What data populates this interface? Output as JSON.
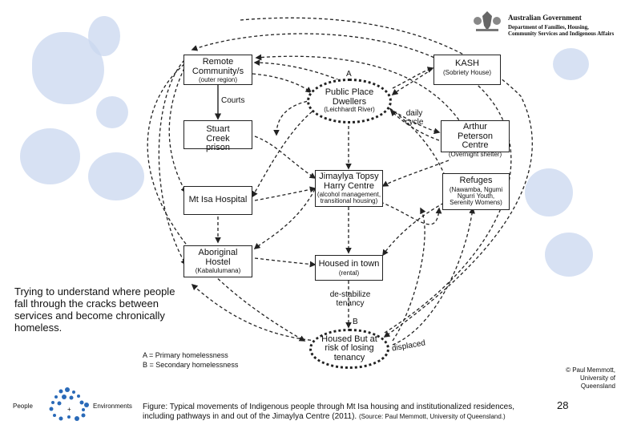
{
  "header": {
    "gov_line1": "Australian Government",
    "gov_line2": "Department of Families, Housing,",
    "gov_line3": "Community Services and Indigenous Affairs"
  },
  "nodes": {
    "remote": {
      "title": "Remote Community/s",
      "sub": "(outer region)"
    },
    "stuart": {
      "title": "Stuart Creek prison",
      "sub": ""
    },
    "hospital": {
      "title": "Mt Isa Hospital",
      "sub": ""
    },
    "hostel": {
      "title": "Aboriginal Hostel",
      "sub": "(Kabalulumana)"
    },
    "public": {
      "title": "Public Place Dwellers",
      "sub": "(Leichhardt River)"
    },
    "jimaylya": {
      "title": "Jimaylya Topsy Harry Centre",
      "sub": "(alcohol management, transitional housing)"
    },
    "housed_town": {
      "title": "Housed in town",
      "sub": "(rental)"
    },
    "housed_risk": {
      "title": "Housed But at risk of losing tenancy",
      "sub": ""
    },
    "kash": {
      "title": "KASH",
      "sub": "(Sobriety House)"
    },
    "arthur": {
      "title": "Arthur Peterson Centre",
      "sub": "(Overnight shelter)"
    },
    "refuges": {
      "title": "Refuges",
      "sub": "(Nawamba, Ngumi Ngurri Youth, Serenity Womens)"
    }
  },
  "labels": {
    "courts": "Courts",
    "a": "A",
    "b": "B",
    "daily_cycle": "daily cycle",
    "destabilize": "de-stabilize tenancy",
    "displaced": "displaced"
  },
  "legend": {
    "a": "A = Primary homelessness",
    "b": "B = Secondary homelessness"
  },
  "left_caption": "Trying to understand where people fall through the cracks between services and become chronically homeless.",
  "figure_caption": "Figure: Typical movements of Indigenous people through Mt Isa housing and institutionalized residences, including pathways in and out of the Jimaylya Centre (2011).",
  "figure_source": "(Source: Paul Memmott, University of Queensland.)",
  "copyright": "© Paul Memmott, University of Queensland",
  "footer_logo": {
    "left": "People",
    "plus": "+",
    "right": "Environments"
  },
  "page_number": "28"
}
